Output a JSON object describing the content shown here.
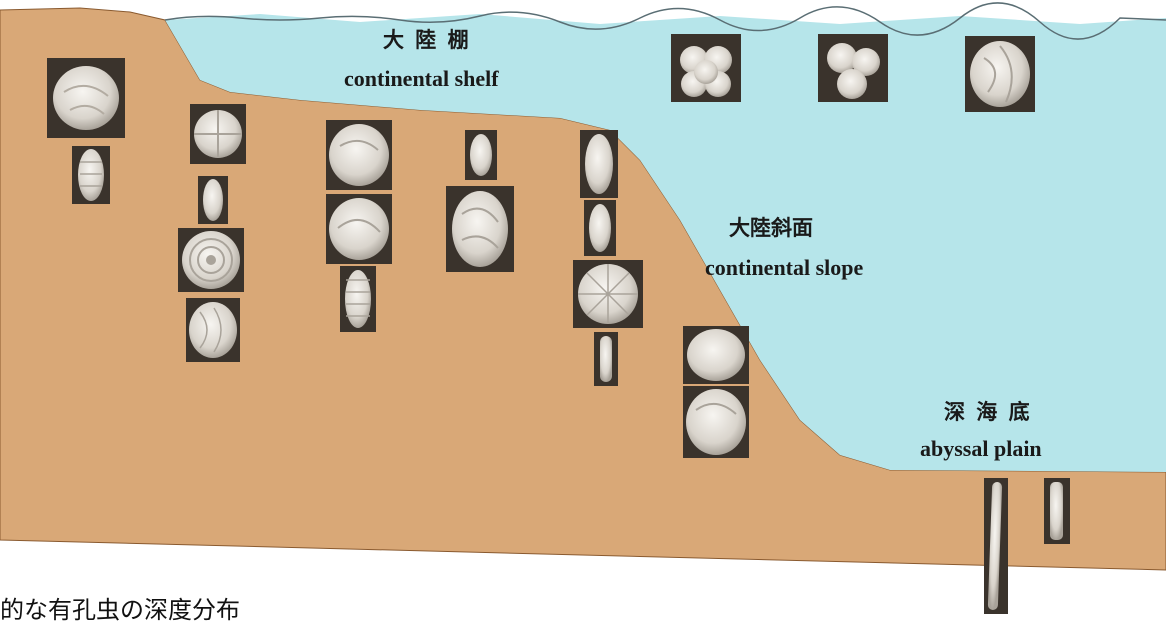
{
  "zones": {
    "shelf": {
      "ja": "大 陸 棚",
      "en": "continental shelf"
    },
    "slope": {
      "ja": "大陸斜面",
      "en": "continental slope"
    },
    "abyssal": {
      "ja": "深 海 底",
      "en": "abyssal plain"
    }
  },
  "caption": "的な有孔虫の深度分布",
  "colors": {
    "sediment": "#d9a877",
    "seawater": "#b6e5ea",
    "tile_bg": "#3a332c",
    "shell": "#e8e4de",
    "label": "#1a1a1a"
  },
  "icons": [
    "foraminifera-fossil-icon"
  ]
}
